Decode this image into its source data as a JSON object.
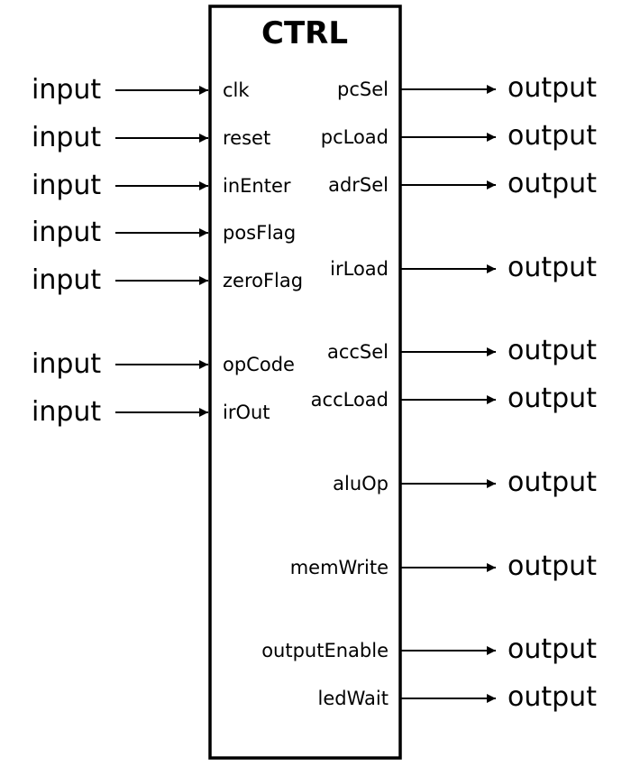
{
  "block": {
    "title": "CTRL"
  },
  "inputs": [
    {
      "pin": "clk",
      "label": "input"
    },
    {
      "pin": "reset",
      "label": "input"
    },
    {
      "pin": "inEnter",
      "label": "input"
    },
    {
      "pin": "posFlag",
      "label": "input"
    },
    {
      "pin": "zeroFlag",
      "label": "input"
    },
    {
      "pin": "opCode",
      "label": "input"
    },
    {
      "pin": "irOut",
      "label": "input"
    }
  ],
  "outputs": [
    {
      "pin": "pcSel",
      "label": "output"
    },
    {
      "pin": "pcLoad",
      "label": "output"
    },
    {
      "pin": "adrSel",
      "label": "output"
    },
    {
      "pin": "irLoad",
      "label": "output"
    },
    {
      "pin": "accSel",
      "label": "output"
    },
    {
      "pin": "accLoad",
      "label": "output"
    },
    {
      "pin": "aluOp",
      "label": "output"
    },
    {
      "pin": "memWrite",
      "label": "output"
    },
    {
      "pin": "outputEnable",
      "label": "output"
    },
    {
      "pin": "ledWait",
      "label": "output"
    }
  ]
}
